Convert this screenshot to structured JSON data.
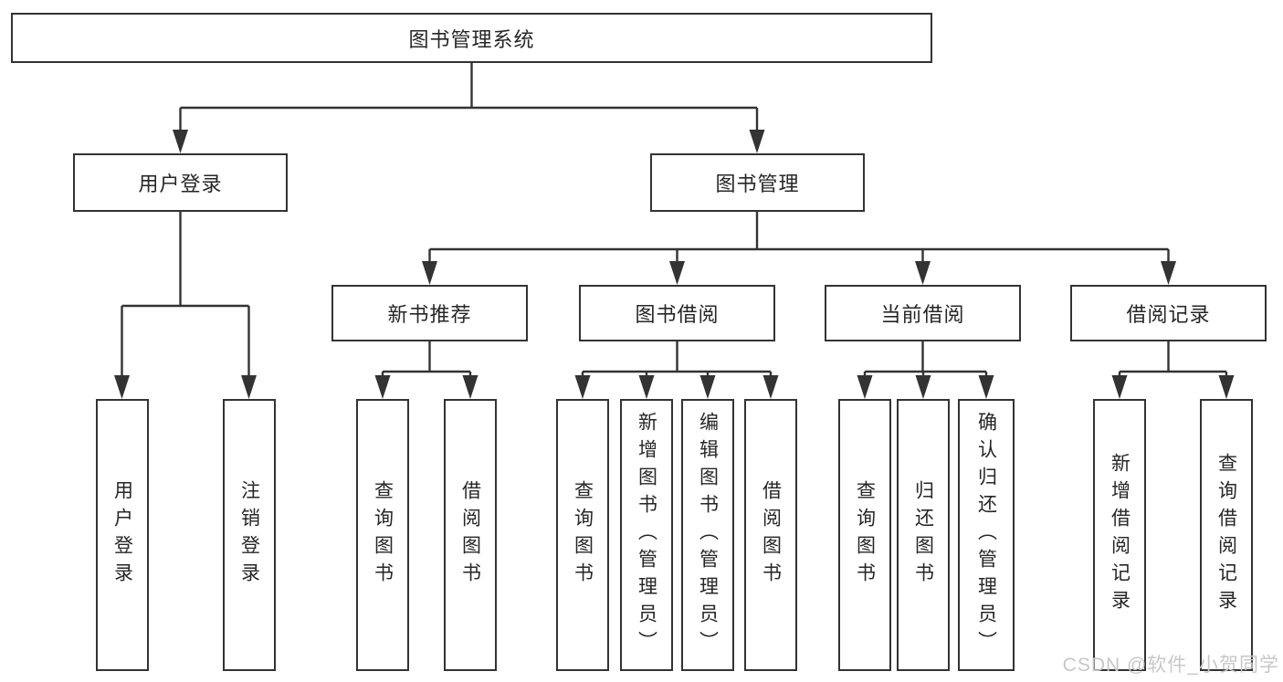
{
  "diagram": {
    "root": "图书管理系统",
    "level2": {
      "user_login": "用户登录",
      "book_management": "图书管理"
    },
    "level3": {
      "new_book_recommend": "新书推荐",
      "book_borrow": "图书借阅",
      "current_borrow": "当前借阅",
      "borrow_records": "借阅记录"
    },
    "leaves": {
      "user_login": "用户登录",
      "logout": "注销登录",
      "nb_query_books": "查询图书",
      "nb_borrow_books": "借阅图书",
      "bb_query_books": "查询图书",
      "bb_add_books": "新增图书（管理员）",
      "bb_edit_books": "编辑图书（管理员）",
      "bb_borrow_books": "借阅图书",
      "cb_query_books": "查询图书",
      "cb_return_books": "归还图书",
      "cb_confirm_return": "确认归还（管理员）",
      "br_add_record": "新增借阅记录",
      "br_query_record": "查询借阅记录"
    }
  },
  "watermark": {
    "text": "CSDN @软件_小贺同学",
    "color": "#c7c7c7"
  },
  "colors": {
    "line": "#333333",
    "box_border": "#333333",
    "text": "#262626",
    "background": "#ffffff"
  }
}
